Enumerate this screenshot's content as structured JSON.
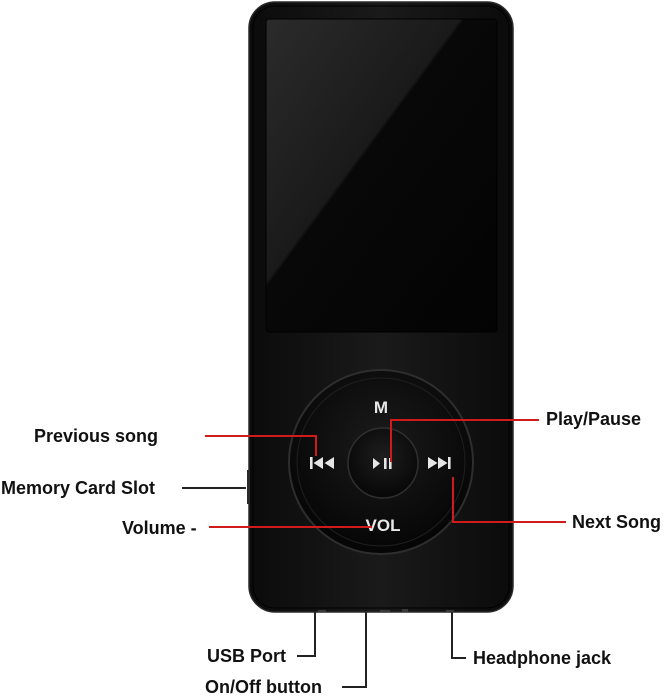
{
  "device": {
    "mode_button_label": "M",
    "volume_button_label": "VOL",
    "prev_icon_name": "skip-previous-icon",
    "next_icon_name": "skip-next-icon",
    "play_pause_icon_name": "play-pause-icon",
    "body_color": "#121212",
    "screen_color": "#050505",
    "wheel_color": "#0a0a0a"
  },
  "callouts": {
    "previous_song": "Previous song",
    "memory_card_slot": "Memory Card Slot",
    "volume": "Volume -",
    "play_pause": "Play/Pause",
    "next_song": "Next Song",
    "usb_port": "USB Port",
    "on_off_button": "On/Off button",
    "headphone_jack": "Headphone jack"
  },
  "colors": {
    "accent_line": "#d11a1a",
    "dark_line": "#222222",
    "label_text": "#111111"
  }
}
